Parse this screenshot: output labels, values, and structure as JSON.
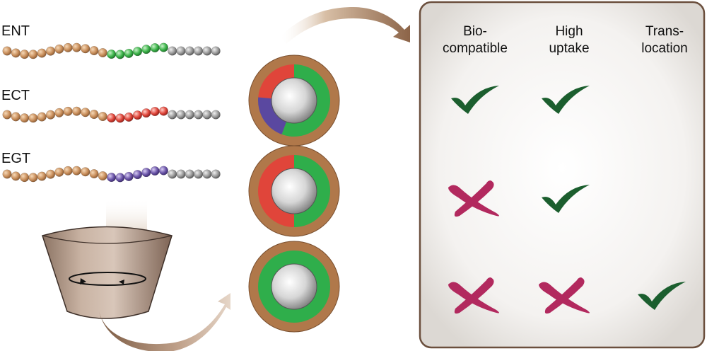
{
  "chains": [
    {
      "label": "ENT",
      "segment": "green"
    },
    {
      "label": "ECT",
      "segment": "red"
    },
    {
      "label": "EGT",
      "segment": "purple"
    }
  ],
  "columns": [
    {
      "line1": "Bio-",
      "line2": "compatible"
    },
    {
      "line1": "High",
      "line2": "uptake"
    },
    {
      "line1": "Trans-",
      "line2": "location"
    }
  ],
  "results": [
    [
      "check",
      "check",
      ""
    ],
    [
      "cross",
      "check",
      ""
    ],
    [
      "cross",
      "cross",
      "check"
    ]
  ],
  "particles": [
    {
      "shell": [
        "red",
        "purple",
        "green"
      ]
    },
    {
      "shell": [
        "red",
        "green"
      ]
    },
    {
      "shell": [
        "green"
      ]
    }
  ],
  "colors": {
    "bead_brown": "#c98f5c",
    "bead_green": "#3cb44a",
    "bead_red": "#e0453a",
    "bead_purple": "#6a54a8",
    "bead_grey": "#9a9a9a",
    "particle_outer": "#b0784a",
    "check_green": "#1b5e2e",
    "cross_magenta": "#b2295e",
    "panel_border": "#6b4f3d"
  }
}
